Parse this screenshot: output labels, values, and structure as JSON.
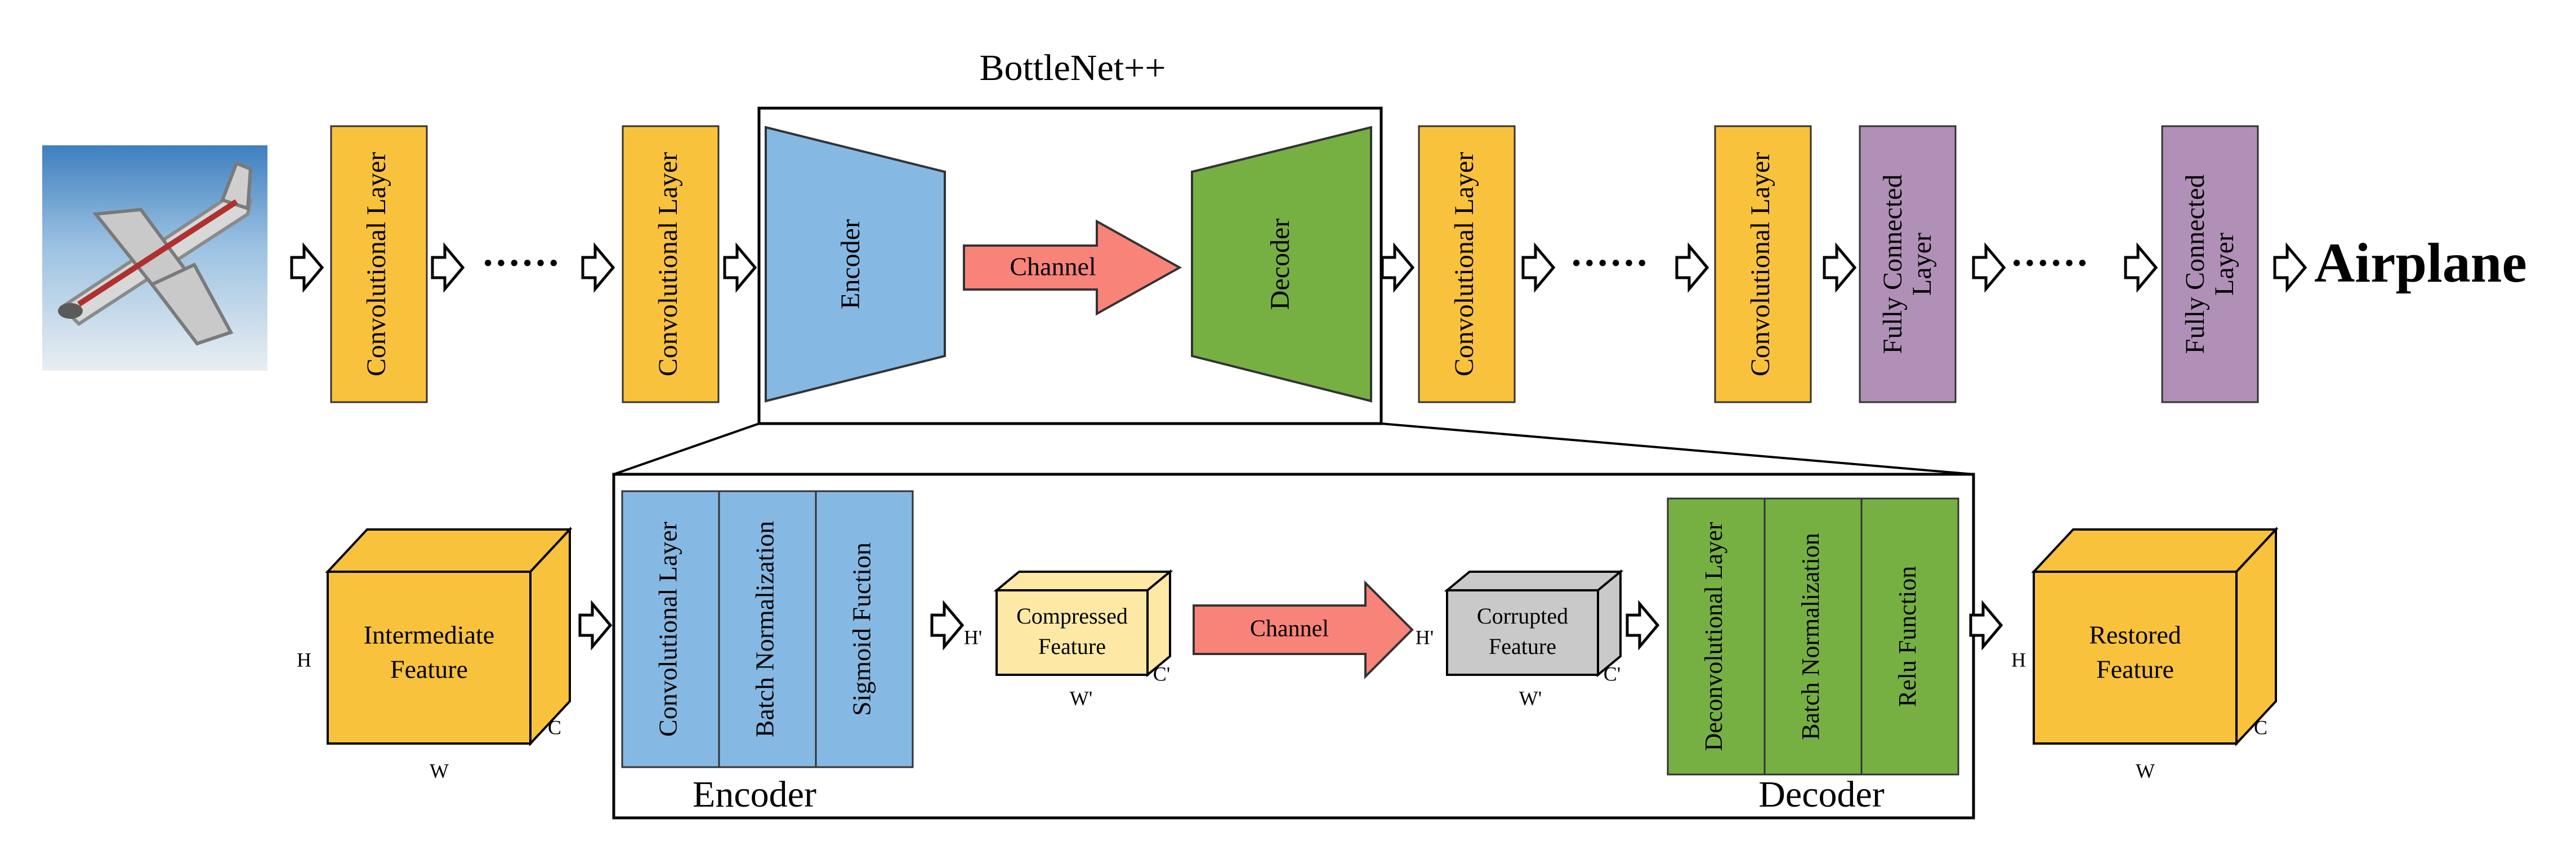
{
  "top_flow": {
    "title": "BottleNet++",
    "conv_label": "Convolutional Layer",
    "fc_label_line1": "Fully Connected",
    "fc_label_line2": "Layer",
    "dots": "······",
    "encoder_label": "Encoder",
    "decoder_label": "Decoder",
    "channel_label": "Channel",
    "output_label": "Airplane"
  },
  "detail": {
    "input_feature_line1": "Intermediate",
    "input_feature_line2": "Feature",
    "encoder_layers": [
      "Convolutional Layer",
      "Batch Normalization",
      "Sigmoid Fuction"
    ],
    "compressed_line1": "Compressed",
    "compressed_line2": "Feature",
    "channel_label": "Channel",
    "corrupted_line1": "Corrupted",
    "corrupted_line2": "Feature",
    "decoder_layers": [
      "Deconvolutional Layer",
      "Batch Normalization",
      "Relu Function"
    ],
    "restored_line1": "Restored",
    "restored_line2": "Feature",
    "encoder_caption": "Encoder",
    "decoder_caption": "Decoder",
    "dim_h": "H",
    "dim_w": "W",
    "dim_c": "C",
    "dim_h_prime": "H'",
    "dim_w_prime": "W'",
    "dim_c_prime": "C'"
  },
  "colors": {
    "conv": "#F9C23C",
    "fc": "#B190B8",
    "encoder": "#85B9E3",
    "decoder": "#76B043",
    "channel": "#F88379",
    "compressed": "#FDE9A5",
    "corrupted": "#C9C9C9",
    "cube": "#F9C23C"
  }
}
